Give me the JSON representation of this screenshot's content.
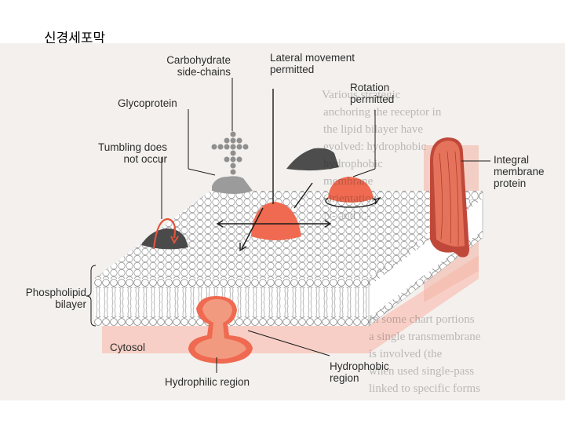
{
  "slide_title": "신경세포막",
  "labels": {
    "carbohydrate": [
      "Carbohydrate",
      "side-chains"
    ],
    "lateral": [
      "Lateral movement",
      "permitted"
    ],
    "rotation": [
      "Rotation",
      "permitted"
    ],
    "glycoprotein": "Glycoprotein",
    "tumbling": [
      "Tumbling does",
      "not occur"
    ],
    "integral": [
      "Integral",
      "membrane",
      "protein"
    ],
    "phospholipid": [
      "Phospholipid",
      "bilayer"
    ],
    "cytosol": "Cytosol",
    "hydrophobic": [
      "Hydrophobic",
      "region"
    ],
    "hydrophilic": "Hydrophilic region"
  },
  "bleed_through": [
    "Various strategic",
    "anchoring the receptor in",
    "the lipid bilayer have",
    "evolved: hydrophobic",
    "hydrophobic",
    "membrane",
    "Orientation",
    "N- and C-",
    "In some chart portions",
    "a single transmembrane",
    "is involved (the",
    "when used single-pass",
    "linked to specific forms"
  ],
  "colors": {
    "salmon": "#ef6a50",
    "salmon_light": "#f29a80",
    "dark_grey": "#555555",
    "mid_grey": "#9a9a9a",
    "pink_bg": "#f6d0c8"
  }
}
